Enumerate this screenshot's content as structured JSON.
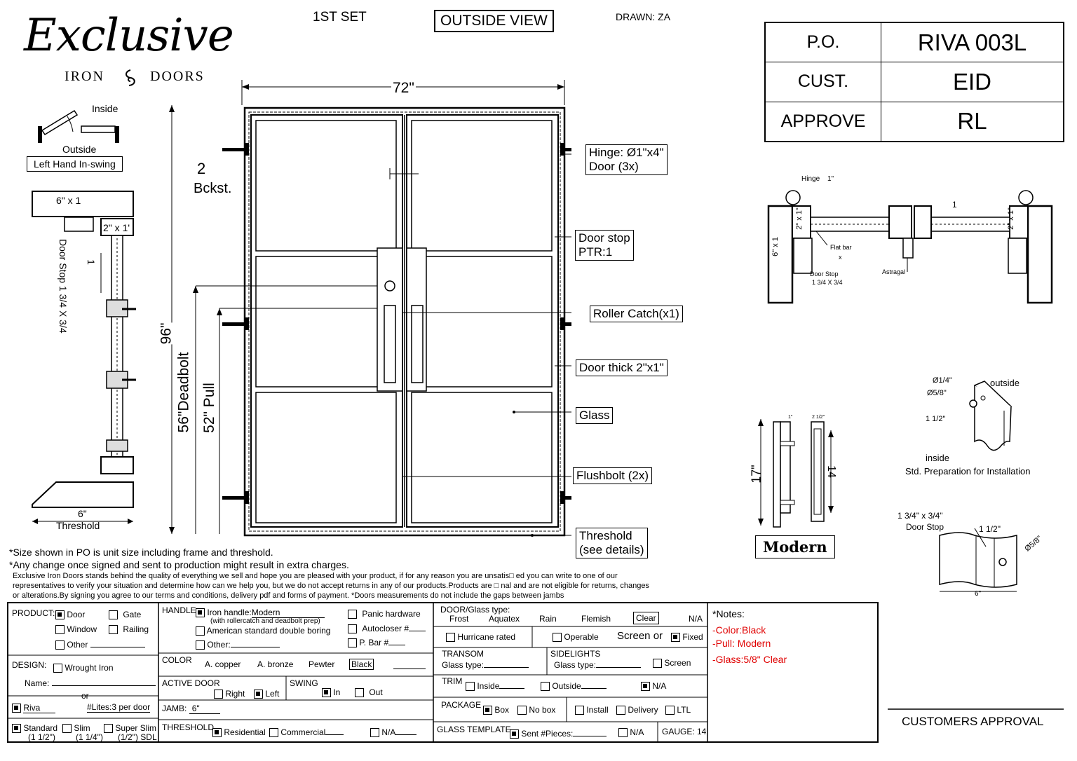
{
  "header": {
    "logo_script": "Exclusive",
    "logo_sub_left": "IRON",
    "logo_sub_right": "DOORS",
    "set": "1ST SET",
    "view": "OUTSIDE VIEW",
    "drawn": "DRAWN: ZA"
  },
  "po_table": {
    "po_label": "P.O.",
    "po_value": "RIVA 003L",
    "cust_label": "CUST.",
    "cust_value": "EID",
    "approve_label": "APPROVE",
    "approve_value": "RL"
  },
  "swing_diagram": {
    "inside": "Inside",
    "outside": "Outside",
    "swing_type": "Left Hand In-swing"
  },
  "section": {
    "header_dim": "6\" x 1",
    "frame_dim": "2\" x 1'",
    "door_stop": "Door Stop 1 3/4 X 3/4",
    "gap_dim": "1",
    "threshold_dim": "6\"",
    "threshold_label": "Threshold"
  },
  "elevation": {
    "width": "72\"",
    "height": "96\"",
    "backset_num": "2",
    "backset_label": "Bckst.",
    "deadbolt": "56\"Deadbolt",
    "pull": "52\" Pull"
  },
  "callouts": {
    "hinge_1": "Hinge: Ø1\"x4\"",
    "hinge_2": "Door (3x)",
    "door_stop_1": "Door stop",
    "door_stop_2": "PTR:1",
    "roller": "Roller Catch(x1)",
    "door_thick": "Door thick 2\"x1\"",
    "glass": "Glass",
    "flushbolt": "Flushbolt (2x)",
    "threshold_1": "Threshold",
    "threshold_2": "(see details)"
  },
  "plan_view": {
    "hinge": "Hinge",
    "hinge_dim": "1\"",
    "half": "1",
    "frame_left": "2\" x 1\"",
    "frame_right": "2\" x 1\"",
    "jamb": "6\" x 1",
    "flat_bar": "Flat bar",
    "flat_bar_dim": "x",
    "door_stop": "Door Stop",
    "door_stop_dim": "1 3/4 X 3/4",
    "astragal": "Astragal"
  },
  "handle_detail": {
    "overall": "17\"",
    "inner": "14",
    "top_a": "1\"",
    "top_b": "2 1/2\"",
    "name": "Modern"
  },
  "prep_detail": {
    "d1": "Ø1/4\"",
    "d2": "Ø5/8\"",
    "d3": "1 1/2\"",
    "outside": "outside",
    "inside": "inside",
    "caption": "Std. Preparation for Installation"
  },
  "stop_detail": {
    "title_1": "1 3/4\" x 3/4\"",
    "title_2": "Door Stop",
    "d1": "1 1/2\"",
    "d2": "Ø5/8\"",
    "width": "6\""
  },
  "notes_top": [
    "*Size shown in PO is unit size including frame and threshold.",
    "*Any change once signed and sent to production might result in extra charges."
  ],
  "disclaimer": [
    "Exclusive Iron Doors stands behind the quality of everything we sell and hope you are pleased with your product, if for any reason you are unsatis□ ed you can write to one of our",
    "representatives to verify your situation and determine how can we help you, but we do not accept returns in any of our products.Products are □ nal and are not eligible for returns, changes",
    "or alterations.By signing you agree to our terms and conditions, delivery pdf and forms of payment. *Doors measurements do not include the gaps between jambs"
  ],
  "form": {
    "product_label": "PRODUCT:",
    "door": "Door",
    "gate": "Gate",
    "window": "Window",
    "railing": "Railing",
    "other": "Other",
    "design_label": "DESIGN:",
    "wrought_iron": "Wrought Iron",
    "name_label": "Name:",
    "or": "or",
    "riva": "Riva",
    "lites": "#Lites:3 per door",
    "standard": "Standard",
    "standard_dim": "(1 1/2\")",
    "slim": "Slim",
    "slim_dim": "(1 1/4\")",
    "super_slim": "Super Slim",
    "super_slim_dim": "(1/2\") SDL",
    "handle_label": "HANDLE",
    "iron_handle": "Iron handle:",
    "iron_handle_value": "Modern",
    "iron_handle_note": "(with rollercatch and deadbolt prep)",
    "american": "American standard double boring",
    "handle_other": "Other:",
    "panic": "Panic hardware",
    "autocloser": "Autocloser #",
    "pbar": "P. Bar #",
    "color_label": "COLOR",
    "copper": "A. copper",
    "bronze": "A. bronze",
    "pewter": "Pewter",
    "black": "Black",
    "active_label": "ACTIVE DOOR",
    "right": "Right",
    "left": "Left",
    "swing_label": "SWING",
    "in": "In",
    "out": "Out",
    "jamb_label": "JAMB:",
    "jamb_value": "6\"",
    "threshold_label": "THRESHOLD",
    "residential": "Residential",
    "commercial": "Commercial",
    "na": "N/A",
    "glass_type_label": "DOOR/Glass type:",
    "frost": "Frost",
    "aquatex": "Aquatex",
    "rain": "Rain",
    "flemish": "Flemish",
    "clear": "Clear",
    "glass_na": "N/A",
    "hurricane": "Hurricane rated",
    "operable": "Operable",
    "screen_or": "Screen or",
    "fixed": "Fixed",
    "transom_label": "TRANSOM",
    "transom_glass": "Glass type:",
    "sidelights_label": "SIDELIGHTS",
    "sidelights_glass": "Glass type:",
    "screen": "Screen",
    "trim_label": "TRIM",
    "inside": "Inside",
    "outside": "Outside",
    "trim_na": "N/A",
    "package_label": "PACKAGE",
    "box": "Box",
    "no_box": "No box",
    "install": "Install",
    "delivery": "Delivery",
    "ltl": "LTL",
    "glass_template_label": "GLASS TEMPLATE",
    "sent_pieces": "Sent #Pieces:",
    "template_na": "N/A",
    "gauge": "GAUGE: 14"
  },
  "notes_box": {
    "title": "*Notes:",
    "color": "-Color:Black",
    "pull": "-Pull: Modern",
    "glass": "-Glass:5/8\" Clear"
  },
  "customers_approval": "CUSTOMERS APPROVAL"
}
